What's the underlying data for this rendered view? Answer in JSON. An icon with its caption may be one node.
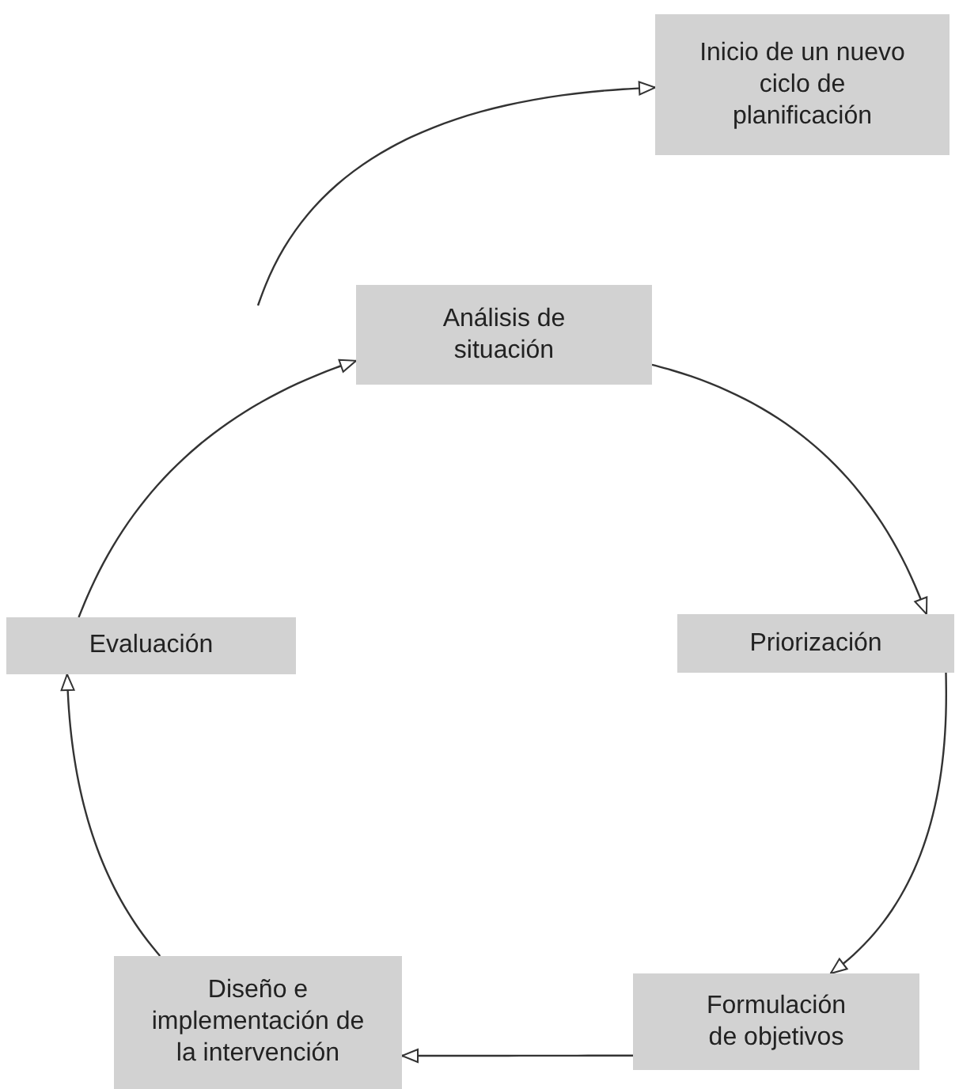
{
  "diagram": {
    "nodes": [
      {
        "text": [
          "Inicio de un nuevo ciclo de planificación"
        ]
      },
      {
        "text": [
          "Análisis de situación"
        ]
      },
      {
        "text": [
          "Priorización"
        ]
      },
      {
        "text": [
          "Formulación de objetivos"
        ]
      },
      {
        "text": [
          "Diseño e implementación de la intervención"
        ]
      },
      {
        "text": [
          "Evaluación"
        ]
      }
    ],
    "edges": [
      {
        "from": 1,
        "to": 2,
        "arrow": "to"
      },
      {
        "from": 2,
        "to": 3,
        "arrow": "to"
      },
      {
        "from": 3,
        "to": 4,
        "arrow": "to"
      },
      {
        "from": 4,
        "to": 5,
        "arrow": "to"
      },
      {
        "from": 5,
        "to": 1,
        "arrow": "to"
      },
      {
        "from": null,
        "to": 0,
        "arrow": "to"
      }
    ]
  }
}
